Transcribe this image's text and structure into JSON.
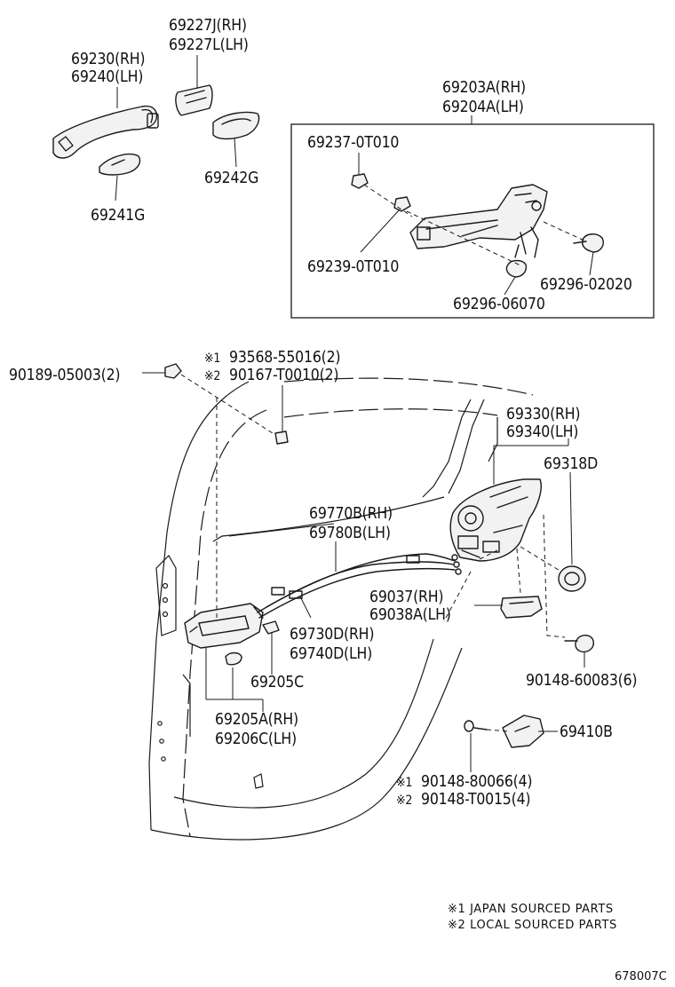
{
  "labels": {
    "p69227j": "69227J(RH)",
    "p69227l": "69227L(LH)",
    "p69230": "69230(RH)",
    "p69240": "69240(LH)",
    "p69242g": "69242G",
    "p69241g": "69241G",
    "p69203a": "69203A(RH)",
    "p69204a": "69204A(LH)",
    "p69237": "69237-0T010",
    "p69239": "69239-0T010",
    "p69296_02020": "69296-02020",
    "p69296_06070": "69296-06070",
    "p93568_mark": "※1",
    "p93568": "93568-55016(2)",
    "p90167_mark": "※2",
    "p90167": "90167-T0010(2)",
    "p90189": "90189-05003(2)",
    "p69330": "69330(RH)",
    "p69340": "69340(LH)",
    "p69318d": "69318D",
    "p69770b": "69770B(RH)",
    "p69780b": "69780B(LH)",
    "p69037": "69037(RH)",
    "p69038a": "69038A(LH)",
    "p69730d": "69730D(RH)",
    "p69740d": "69740D(LH)",
    "p69205c": "69205C",
    "p90148_60083": "90148-60083(6)",
    "p69205a": "69205A(RH)",
    "p69206c": "69206C(LH)",
    "p69410b": "69410B",
    "p90148_80066_mark": "※1",
    "p90148_80066": "90148-80066(4)",
    "p90148_t0015_mark": "※2",
    "p90148_t0015": "90148-T0015(4)"
  },
  "notes": {
    "note1": "※1 JAPAN SOURCED PARTS",
    "note2": "※2 LOCAL SOURCED PARTS"
  },
  "diagram_code": "678007C"
}
